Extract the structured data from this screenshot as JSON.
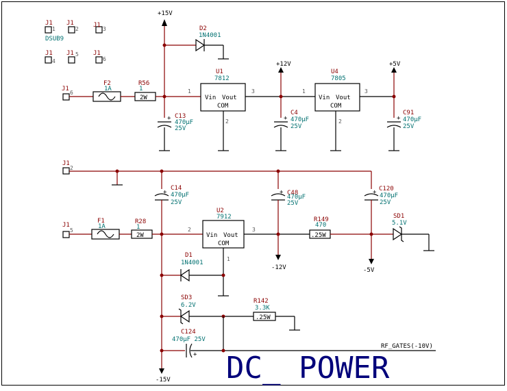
{
  "title": "DC_ POWER",
  "rails": {
    "p15": "+15V",
    "p12": "+12V",
    "p5": "+5V",
    "m12": "-12V",
    "m5": "-5V",
    "m15": "-15V",
    "rf_gates": "RF_GATES(-10V)"
  },
  "connectors": {
    "grid_ref": "J1",
    "grid_note": "DSUB9",
    "grid_pins": [
      "1",
      "2",
      "3",
      "4",
      "5",
      "6"
    ],
    "in_pos": {
      "ref": "J1",
      "pin": "6"
    },
    "gnd_in": {
      "ref": "J1",
      "pin": "2"
    },
    "in_neg": {
      "ref": "J1",
      "pin": "5"
    }
  },
  "fuses": [
    {
      "ref": "F2",
      "value": "1A"
    },
    {
      "ref": "F1",
      "value": "1A"
    }
  ],
  "resistors": [
    {
      "ref": "R56",
      "value": "1",
      "body": "2W"
    },
    {
      "ref": "R28",
      "value": "1",
      "body": "2W"
    },
    {
      "ref": "R149",
      "value": "470",
      "body": ".25W"
    },
    {
      "ref": "R142",
      "value": "3.3K",
      "body": ".25W"
    }
  ],
  "capacitors": [
    {
      "ref": "C13",
      "value": "470µF",
      "volt": "25V"
    },
    {
      "ref": "C4",
      "value": "470µF",
      "volt": "25V"
    },
    {
      "ref": "C91",
      "value": "470µF",
      "volt": "25V"
    },
    {
      "ref": "C14",
      "value": "470µF",
      "volt": "25V"
    },
    {
      "ref": "C48",
      "value": "470µF",
      "volt": "25V"
    },
    {
      "ref": "C120",
      "value": "470µF",
      "volt": "25V"
    },
    {
      "ref": "C124",
      "value": "470µF 25V"
    }
  ],
  "diodes": [
    {
      "ref": "D2",
      "value": "1N4001"
    },
    {
      "ref": "D1",
      "value": "1N4001"
    },
    {
      "ref": "SD1",
      "value": "5.1V"
    },
    {
      "ref": "SD3",
      "value": "6.2V"
    }
  ],
  "regulators": [
    {
      "ref": "U1",
      "value": "7812",
      "vin": "Vin",
      "vout": "Vout",
      "com": "COM",
      "pin_in": "1",
      "pin_out": "3",
      "pin_com": "2"
    },
    {
      "ref": "U4",
      "value": "7805",
      "vin": "Vin",
      "vout": "Vout",
      "com": "COM",
      "pin_in": "1",
      "pin_out": "3",
      "pin_com": "2"
    },
    {
      "ref": "U2",
      "value": "7912",
      "vin": "Vin",
      "vout": "Vout",
      "com": "COM",
      "pin_in": "2",
      "pin_out": "3",
      "pin_com": "1"
    }
  ],
  "pins": {
    "one": "1",
    "two": "2",
    "plus": "+"
  }
}
